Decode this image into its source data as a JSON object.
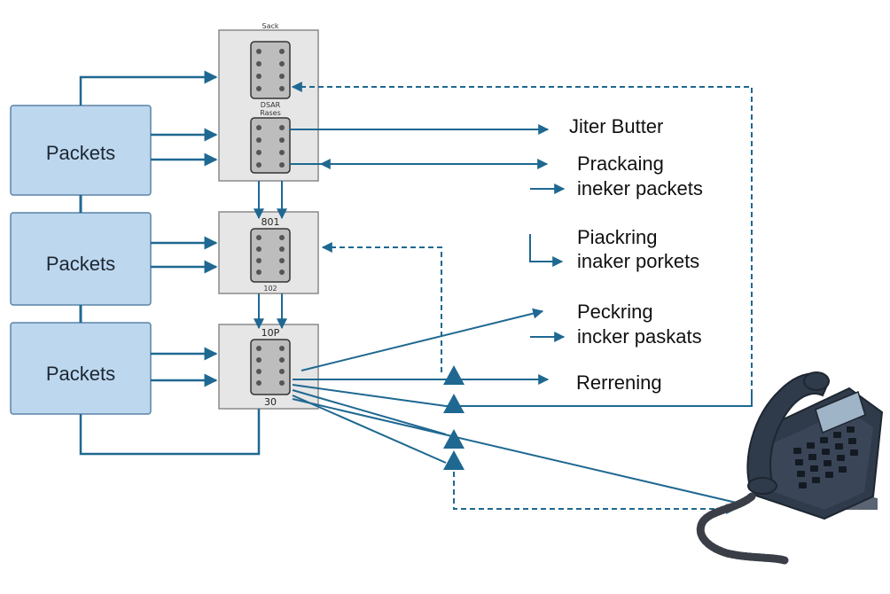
{
  "packet_boxes": [
    "Packets",
    "Packets",
    "Packets"
  ],
  "module_labels": {
    "top_small": "Sack",
    "top_a": "DSAR",
    "top_b": "Rases",
    "middle_top": "801",
    "middle_bottom": "102",
    "bottom_top": "10P",
    "bottom_bottom": "30"
  },
  "right_labels": {
    "jitter": "Jiter Butter",
    "group1_line1": "Prackaing",
    "group1_line2": "ineker packets",
    "group2_line1": "Piackring",
    "group2_line2": "inaker porkets",
    "group3_line1": "Peckring",
    "group3_line2": "incker paskats",
    "rendering": "Rerrening"
  },
  "colors": {
    "packet_fill": "#bdd7ee",
    "packet_stroke": "#5b84a8",
    "arrow": "#1f6891",
    "module_fill": "#e6e6e6",
    "phone_body": "#2f3a4a"
  },
  "icons": [
    "desk-phone-icon"
  ]
}
